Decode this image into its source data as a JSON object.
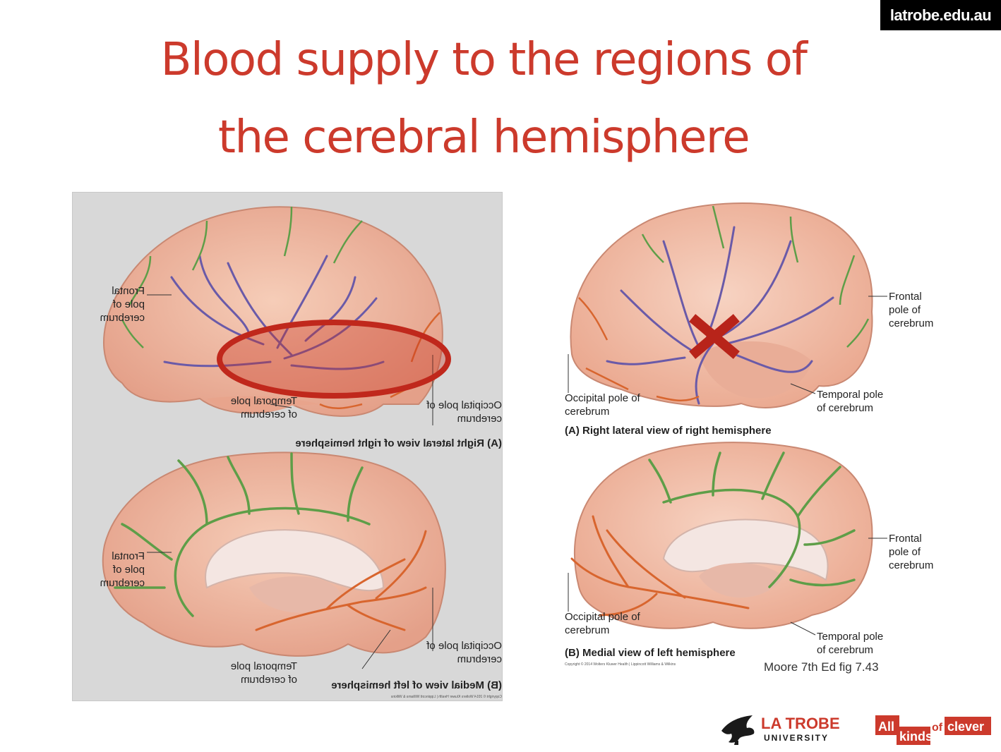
{
  "site": {
    "domain": "latrobe.edu.au"
  },
  "title": {
    "line1": "Blood supply to the regions of",
    "line2": "the cerebral hemisphere"
  },
  "figure_left": {
    "lateral": {
      "frontal": [
        "Frontal",
        "pole of",
        "cerebrum"
      ],
      "temporal": [
        "Temporal pole",
        "of cerebrum"
      ],
      "occipital": [
        "Occipital pole of",
        "cerebrum"
      ],
      "caption": "(A) Right lateral view of right hemisphere"
    },
    "medial": {
      "frontal": [
        "Frontal",
        "pole of",
        "cerebrum"
      ],
      "temporal": [
        "Temporal pole",
        "of cerebrum"
      ],
      "occipital": [
        "Occipital pole of",
        "cerebrum"
      ],
      "caption": "(B) Medial view of left hemisphere"
    },
    "copyright": "Copyright © 2014 Wolters Kluwer Health | Lippincott Williams & Wilkins"
  },
  "figure_right": {
    "lateral": {
      "frontal": [
        "Frontal",
        "pole of",
        "cerebrum"
      ],
      "temporal": [
        "Temporal pole",
        "of cerebrum"
      ],
      "occipital": [
        "Occipital pole of",
        "cerebrum"
      ],
      "caption": "(A) Right lateral view of right hemisphere"
    },
    "medial": {
      "frontal": [
        "Frontal",
        "pole of",
        "cerebrum"
      ],
      "temporal": [
        "Temporal pole",
        "of cerebrum"
      ],
      "occipital": [
        "Occipital pole of",
        "cerebrum"
      ],
      "caption": "(B) Medial view of left hemisphere"
    },
    "copyright": "Copyright © 2014 Wolters Kluwer Health | Lippincott Williams & Wilkins"
  },
  "source": {
    "text": "Moore 7th Ed fig 7.43"
  },
  "footer": {
    "university_line1": "LA TROBE",
    "university_line2": "UNIVERSITY",
    "slogan_all": "All",
    "slogan_kinds": "kinds",
    "slogan_of": "of",
    "slogan_clever": "clever"
  },
  "colors": {
    "title": "#cc3a2c",
    "highlight": "#c0281c",
    "mca": "#6a5aa8",
    "aca": "#5e9e48",
    "pca": "#d8652e",
    "brain": "#f0b8a0"
  }
}
